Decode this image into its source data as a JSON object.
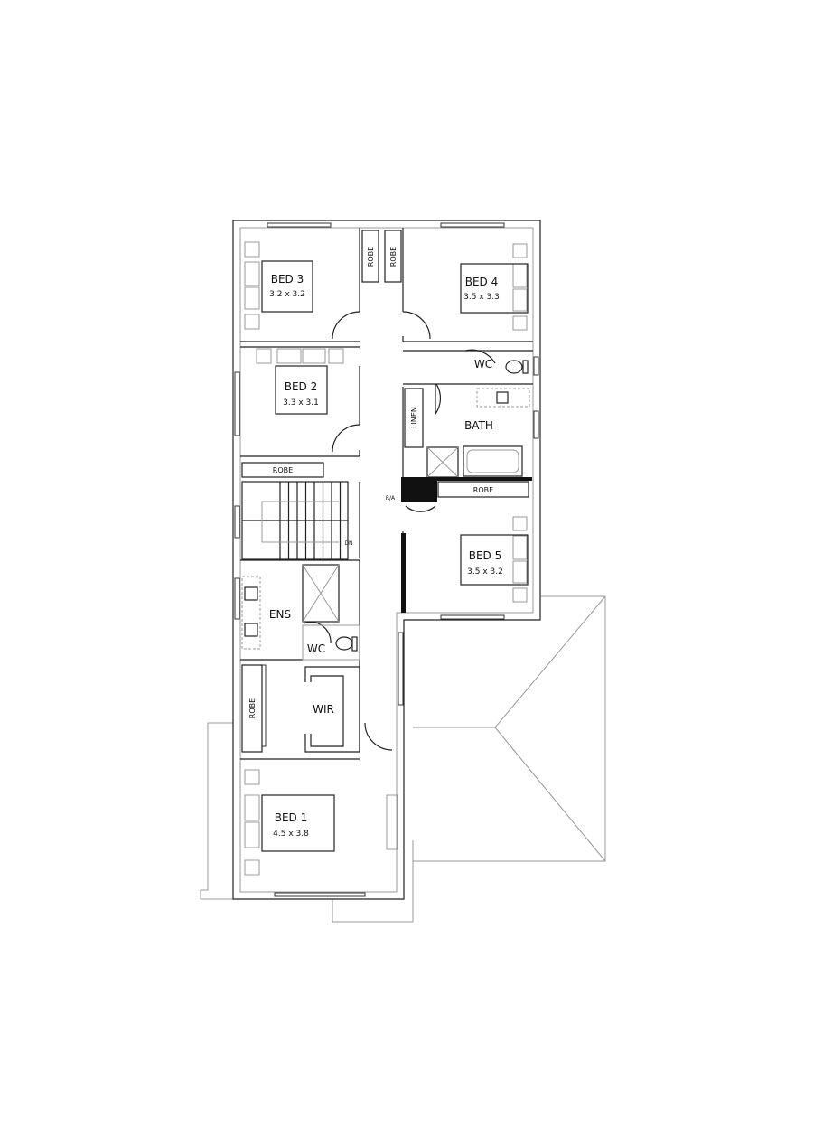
{
  "plan": {
    "rooms": {
      "bed3": {
        "name": "BED 3",
        "size": "3.2 x 3.2"
      },
      "bed4": {
        "name": "BED 4",
        "size": "3.5 x 3.3"
      },
      "bed2": {
        "name": "BED 2",
        "size": "3.3 x 3.1"
      },
      "bed5": {
        "name": "BED 5",
        "size": "3.5 x 3.2"
      },
      "bed1": {
        "name": "BED 1",
        "size": "4.5 x 3.8"
      },
      "wc_upper": "WC",
      "bath": "BATH",
      "linen": "LINEN",
      "ens": "ENS",
      "wc_ens": "WC",
      "wir": "WIR",
      "robe": "ROBE",
      "ra": "R/A",
      "dn": "DN"
    }
  }
}
